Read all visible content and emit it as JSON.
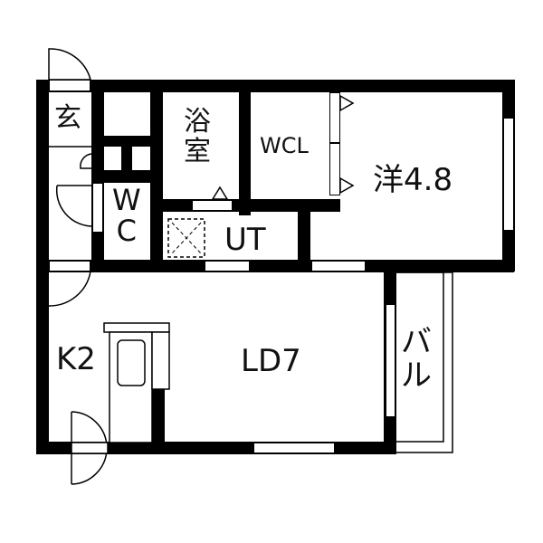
{
  "floor_plan": {
    "rooms": [
      {
        "id": "entrance",
        "label": "玄"
      },
      {
        "id": "bath",
        "label": "浴\n室"
      },
      {
        "id": "wcl",
        "label": "WCL"
      },
      {
        "id": "western_room",
        "label": "洋4.8"
      },
      {
        "id": "wc",
        "label": "W\nC"
      },
      {
        "id": "utility",
        "label": "UT"
      },
      {
        "id": "kitchen",
        "label": "K2"
      },
      {
        "id": "living_dining",
        "label": "LD7"
      },
      {
        "id": "balcony",
        "label": "バ\nル"
      }
    ],
    "colors": {
      "wall": "#000000",
      "background": "#ffffff"
    }
  }
}
